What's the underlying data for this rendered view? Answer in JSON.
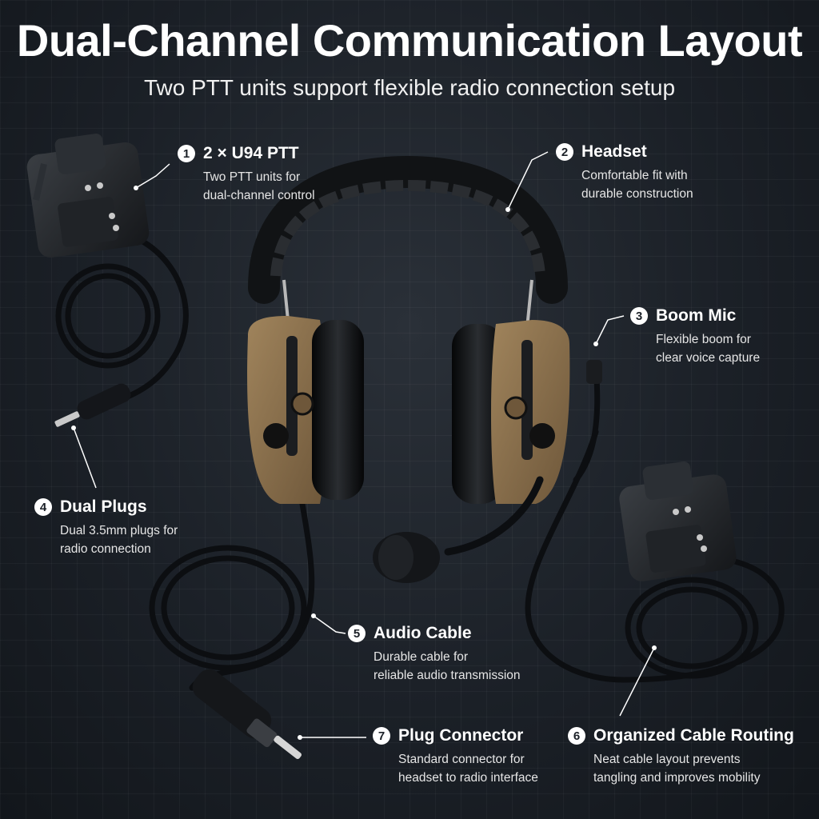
{
  "title": "Dual-Channel Communication Layout",
  "subtitle": "Two PTT units support flexible radio connection setup",
  "callouts": [
    {
      "number": "1",
      "title": "2 × U94 PTT",
      "desc": [
        "Two PTT units for",
        "dual-channel control"
      ]
    },
    {
      "number": "2",
      "title": "Headset",
      "desc": [
        "Comfortable fit with",
        "durable construction"
      ]
    },
    {
      "number": "3",
      "title": "Boom Mic",
      "desc": [
        "Flexible boom for",
        "clear voice capture"
      ]
    },
    {
      "number": "4",
      "title": "Dual Plugs",
      "desc": [
        "Dual 3.5mm plugs for",
        "radio connection"
      ]
    },
    {
      "number": "5",
      "title": "Audio Cable",
      "desc": [
        "Durable cable for",
        "reliable audio transmission"
      ]
    },
    {
      "number": "7",
      "title": "Plug Connector",
      "desc": [
        "Standard connector for",
        "headset to radio interface"
      ]
    },
    {
      "number": "6",
      "title": "Organized Cable Routing",
      "desc": [
        "Neat cable layout prevents",
        "tangling and improves mobility"
      ]
    }
  ],
  "colors": {
    "background": "#1b2027",
    "earcup": "#8a6e4b",
    "cable": "#0d0f12",
    "text": "#ffffff"
  },
  "icons": [
    "headset-image",
    "ptt-unit-image",
    "plug-image",
    "boom-mic-image"
  ]
}
